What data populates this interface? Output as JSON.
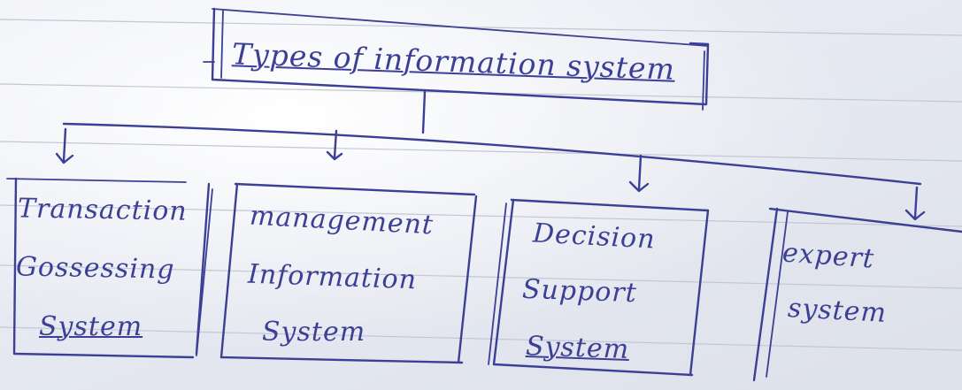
{
  "diagram": {
    "title": "Types of information system",
    "nodes": [
      {
        "lines": [
          "Transaction",
          "Gossessing",
          "System"
        ]
      },
      {
        "lines": [
          "management",
          "Information",
          "System"
        ]
      },
      {
        "lines": [
          "Decision",
          "Support",
          "System"
        ]
      },
      {
        "lines": [
          "expert",
          "system"
        ]
      }
    ]
  },
  "colors": {
    "ink": "#3b3f96",
    "paper": "#e8ebf2",
    "ruled_line": "#c2c7d6"
  }
}
